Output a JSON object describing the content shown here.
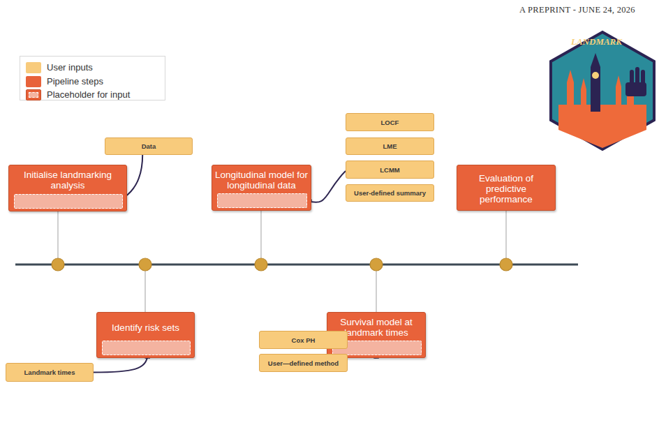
{
  "diagram": {
    "nodes": [
      {
        "text": [
          "Data"
        ]
      },
      {
        "text": [
          "Initialise landmarking analysis"
        ]
      },
      {
        "text": [
          "Identify risk sets"
        ]
      },
      {
        "text": [
          "Landmark times"
        ]
      },
      {
        "text": [
          "LOCF"
        ]
      },
      {
        "text": [
          "LME"
        ]
      },
      {
        "text": [
          "LCMM"
        ]
      },
      {
        "text": [
          "User-defined summary"
        ]
      },
      {
        "text": [
          "Longitudinal model for longitudinal data"
        ]
      },
      {
        "text": [
          "Survival model at landmark times"
        ]
      },
      {
        "text": [
          "Cox PH"
        ]
      },
      {
        "text": [
          "User—defined method"
        ]
      },
      {
        "text": [
          "Evaluation of predictive performance"
        ]
      }
    ],
    "edges": [
      {
        "from": 0,
        "to": 1,
        "arrow": "to"
      },
      {
        "from": 3,
        "to": 2,
        "arrow": "to"
      },
      {
        "from": 6,
        "to": 8,
        "arrow": "to"
      },
      {
        "from": 10,
        "to": 9,
        "arrow": "to"
      }
    ],
    "labels": [
      "A PREPRINT - JUNE 24, 2026",
      "LANDMARK"
    ],
    "legend": [
      {
        "text": "User inputs",
        "color": "#f8cb7c"
      },
      {
        "text": "Pipeline steps",
        "color": "#e8623a"
      },
      {
        "text": "Placeholder for input"
      }
    ]
  }
}
